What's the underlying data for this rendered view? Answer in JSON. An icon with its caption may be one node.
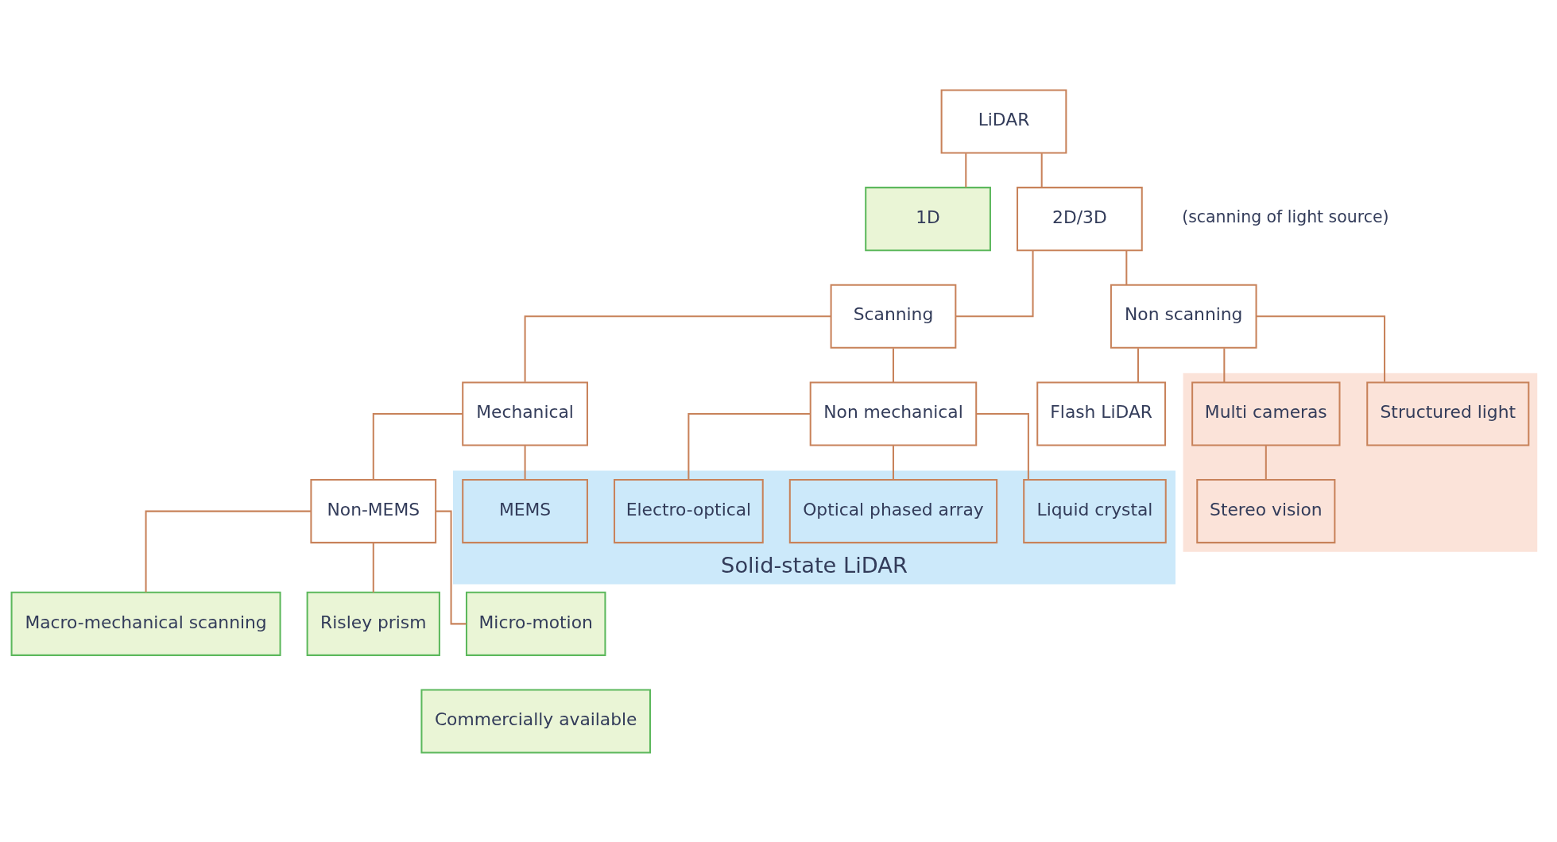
{
  "diagram": {
    "nodes": [
      {
        "text": [
          "LiDAR"
        ]
      },
      {
        "text": [
          "1D"
        ]
      },
      {
        "text": [
          "2D/3D"
        ]
      },
      {
        "text": [
          "Scanning"
        ]
      },
      {
        "text": [
          "Non scanning"
        ]
      },
      {
        "text": [
          "Mechanical"
        ]
      },
      {
        "text": [
          "Non mechanical"
        ]
      },
      {
        "text": [
          "Flash LiDAR"
        ]
      },
      {
        "text": [],
        "shape": "box"
      },
      {
        "text": [
          "Structured light"
        ],
        "in": 8
      },
      {
        "text": [
          "Multi cameras"
        ],
        "in": 8
      },
      {
        "text": [
          "Stereo vision"
        ],
        "in": 8
      },
      {
        "text": [
          "Non-MEMS"
        ]
      },
      {
        "text": [
          "Solid-state LiDAR"
        ]
      },
      {
        "text": [
          "MEMS"
        ],
        "in": 13
      },
      {
        "text": [
          "Optical phased array"
        ],
        "in": 13
      },
      {
        "text": [
          "Electro-optical"
        ],
        "in": 13
      },
      {
        "text": [
          "Liquid crystal"
        ],
        "in": 13
      },
      {
        "text": [
          "Macro-mechanical scanning"
        ]
      },
      {
        "text": [
          "Risley prism"
        ]
      },
      {
        "text": [
          "Micro-motion"
        ]
      }
    ],
    "edges": [
      {
        "from": 0,
        "to": 1,
        "arrow": "none"
      },
      {
        "from": 0,
        "to": 2,
        "arrow": "none"
      },
      {
        "from": 2,
        "to": 3,
        "arrow": "none"
      },
      {
        "from": 2,
        "to": 4,
        "arrow": "none"
      },
      {
        "from": 3,
        "to": 5,
        "arrow": "none"
      },
      {
        "from": 3,
        "to": 6,
        "arrow": "none"
      },
      {
        "from": 4,
        "to": 7,
        "arrow": "none"
      },
      {
        "from": 4,
        "to": 9,
        "arrow": "none"
      },
      {
        "from": 4,
        "to": 10,
        "arrow": "none"
      },
      {
        "from": 10,
        "to": 11,
        "arrow": "none"
      },
      {
        "from": 5,
        "to": 12,
        "arrow": "none"
      },
      {
        "from": 5,
        "to": 14,
        "arrow": "none"
      },
      {
        "from": 6,
        "to": 15,
        "arrow": "none"
      },
      {
        "from": 6,
        "to": 16,
        "arrow": "none"
      },
      {
        "from": 6,
        "to": 17,
        "arrow": "none"
      },
      {
        "from": 12,
        "to": 18,
        "arrow": "none"
      },
      {
        "from": 12,
        "to": 19,
        "arrow": "none"
      },
      {
        "from": 12,
        "to": 20,
        "arrow": "none"
      }
    ],
    "labels": [
      "(scanning of light source)"
    ],
    "legend": [
      {
        "text": "Commercially available",
        "color": "#eaf5d6"
      }
    ]
  }
}
